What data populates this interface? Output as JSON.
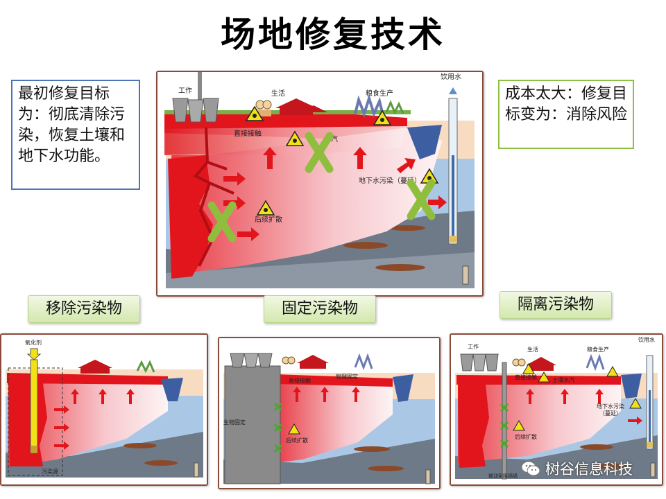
{
  "title": "场地修复技术",
  "note_left": "最初修复目标为：彻底清除污染，恢复土壤和地下水功能。",
  "note_right": "成本太大：修复目标变为：消除风险",
  "buttons": {
    "remove": "移除污染物",
    "fix": "固定污染物",
    "isolate": "隔离污染物"
  },
  "main_diagram": {
    "work": "工作",
    "life": "生活",
    "grain": "粮食生产",
    "drinking_water": "饮用水",
    "direct_contact": "直接接触",
    "vapor": "汽",
    "groundwater": "地下水污染（蔓延）",
    "spread": "后续扩散"
  },
  "panel1": {
    "oxidant": "氧化剂",
    "source": "污染源"
  },
  "panel2": {
    "direct_contact": "直接接触",
    "physical_fix": "物理固定",
    "bio_fix": "生物固定",
    "spread": "后续扩散"
  },
  "panel3": {
    "work": "工作",
    "life": "生活",
    "grain": "粮食生产",
    "drinking_water": "饮用水",
    "direct_contact": "直接接触",
    "soil_vapor": "土壤水汽",
    "groundwater": "地下水污染",
    "groundwater2": "（蔓延）",
    "spread": "后续扩散",
    "barrier": "被动型阻隔墙"
  },
  "watermark": "树谷信息科技",
  "colors": {
    "note_left_border": "#4a74b4",
    "note_right_border": "#8cbf44",
    "contamination": "#e2151c",
    "groundwater": "#aac8e6",
    "x_mark": "#8fbe3f"
  },
  "icons": [
    "factory-icon",
    "people-icon",
    "house-icon",
    "crop-icon",
    "well-icon",
    "hazard-icon",
    "x-mark-icon",
    "wechat-icon"
  ]
}
